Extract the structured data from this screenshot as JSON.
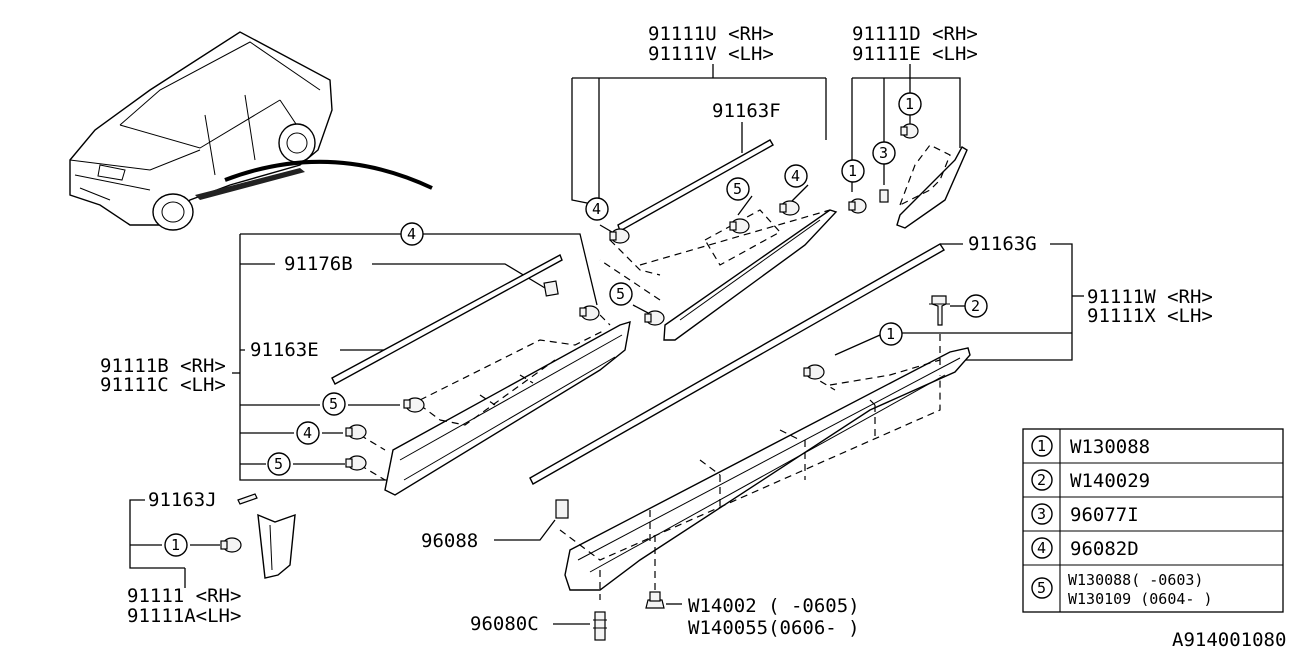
{
  "diagram_code": "A914001080",
  "labels": {
    "u_rh": "91111U <RH>",
    "v_lh": "91111V <LH>",
    "d_rh": "91111D <RH>",
    "e_lh": "91111E <LH>",
    "f": "91163F",
    "g": "91163G",
    "b176": "91176B",
    "e163": "91163E",
    "b_rh": "91111B <RH>",
    "c_lh": "91111C <LH>",
    "w_rh": "91111W <RH>",
    "x_lh": "91111X <LH>",
    "j163": "91163J",
    "p91111_rh": "91111  <RH>",
    "p91111a_lh": "91111A<LH>",
    "p96088": "96088",
    "p96080c": "96080C",
    "w14002": "W14002  (  -0605)",
    "w140055": "W140055(0606-  )"
  },
  "callouts": [
    "1",
    "2",
    "3",
    "4",
    "5"
  ],
  "legend": [
    {
      "num": "1",
      "lines": [
        "W130088"
      ]
    },
    {
      "num": "2",
      "lines": [
        "W140029"
      ]
    },
    {
      "num": "3",
      "lines": [
        "96077I"
      ]
    },
    {
      "num": "4",
      "lines": [
        "96082D"
      ]
    },
    {
      "num": "5",
      "lines": [
        "W130088(  -0603)",
        "W130109 (0604-  )"
      ]
    }
  ]
}
